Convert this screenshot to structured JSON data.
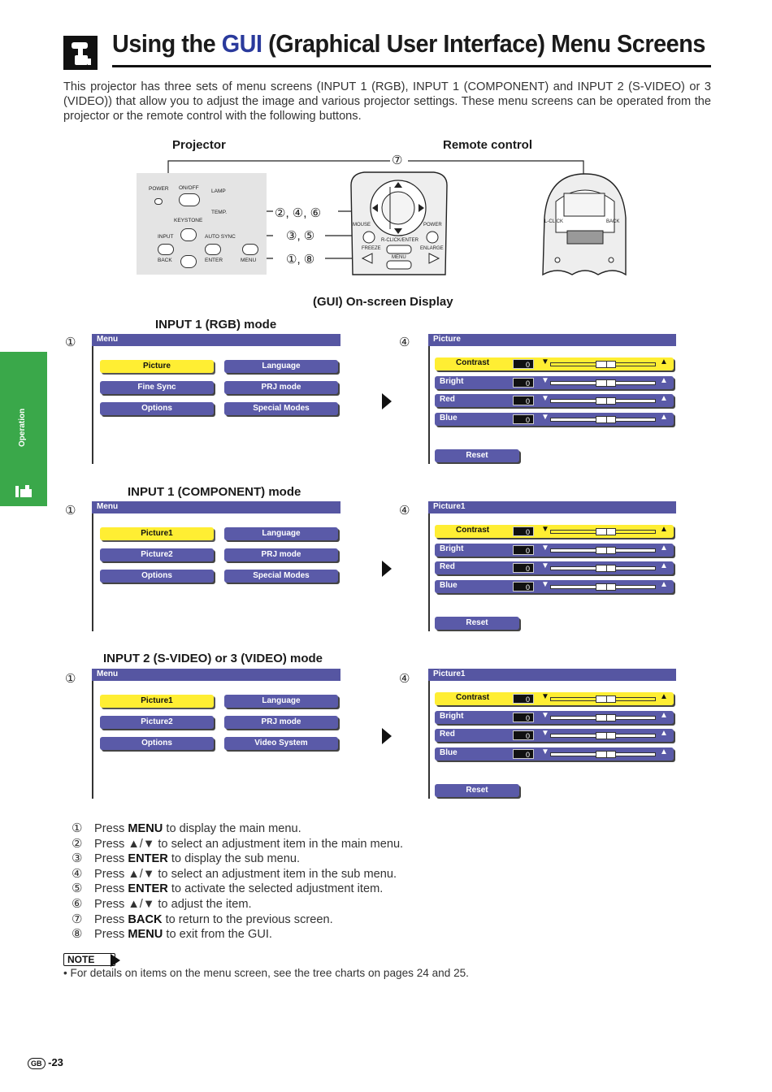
{
  "header": {
    "title_before": "Using the ",
    "title_gui": "GUI",
    "title_after": " (Graphical User Interface) Menu Screens"
  },
  "intro": "This projector has three sets of menu screens (INPUT 1 (RGB), INPUT 1 (COMPONENT) and INPUT 2 (S-VIDEO) or 3 (VIDEO)) that allow you to adjust the image and various projector settings. These menu screens can be operated from the projector or the remote control with the following buttons.",
  "side_tab": "Operation",
  "devices": {
    "projector_label": "Projector",
    "remote_label": "Remote control",
    "projector_keys": {
      "power": "POWER",
      "onoff": "ON/OFF",
      "lamp": "LAMP",
      "temp": "TEMP.",
      "keystone": "KEYSTONE",
      "input": "INPUT",
      "auto_sync": "AUTO SYNC",
      "back": "BACK",
      "enter": "ENTER",
      "menu": "MENU"
    },
    "remote_keys": {
      "mouse": "MOUSE",
      "power": "POWER",
      "rclick_enter": "R-CLICK/ENTER",
      "freeze": "FREEZE",
      "enlarge": "ENLARGE",
      "menu": "MENU",
      "lclick": "L-CLICK",
      "back": "BACK"
    },
    "callouts": {
      "c7": "⑦",
      "c246": "②, ④, ⑥",
      "c35": "③, ⑤",
      "c18": "①, ⑧"
    }
  },
  "osd_label": "(GUI) On-screen Display",
  "modes": [
    {
      "title": "INPUT 1 (RGB) mode",
      "left_num": "①",
      "right_num": "④",
      "menu_title": "Menu",
      "menu_items": [
        [
          "Picture",
          "Language"
        ],
        [
          "Fine Sync",
          "PRJ mode"
        ],
        [
          "Options",
          "Special Modes"
        ]
      ],
      "selected": "Picture",
      "sub_title": "Picture",
      "sub_items": [
        {
          "name": "Contrast",
          "value": "0"
        },
        {
          "name": "Bright",
          "value": "0"
        },
        {
          "name": "Red",
          "value": "0"
        },
        {
          "name": "Blue",
          "value": "0"
        }
      ],
      "reset": "Reset"
    },
    {
      "title": "INPUT 1 (COMPONENT) mode",
      "left_num": "①",
      "right_num": "④",
      "menu_title": "Menu",
      "menu_items": [
        [
          "Picture1",
          "Language"
        ],
        [
          "Picture2",
          "PRJ mode"
        ],
        [
          "Options",
          "Special Modes"
        ]
      ],
      "selected": "Picture1",
      "sub_title": "Picture1",
      "sub_items": [
        {
          "name": "Contrast",
          "value": "0"
        },
        {
          "name": "Bright",
          "value": "0"
        },
        {
          "name": "Red",
          "value": "0"
        },
        {
          "name": "Blue",
          "value": "0"
        }
      ],
      "reset": "Reset"
    },
    {
      "title": "INPUT 2 (S-VIDEO) or 3 (VIDEO) mode",
      "left_num": "①",
      "right_num": "④",
      "menu_title": "Menu",
      "menu_items": [
        [
          "Picture1",
          "Language"
        ],
        [
          "Picture2",
          "PRJ mode"
        ],
        [
          "Options",
          "Video System"
        ]
      ],
      "selected": "Picture1",
      "sub_title": "Picture1",
      "sub_items": [
        {
          "name": "Contrast",
          "value": "0"
        },
        {
          "name": "Bright",
          "value": "0"
        },
        {
          "name": "Red",
          "value": "0"
        },
        {
          "name": "Blue",
          "value": "0"
        }
      ],
      "reset": "Reset"
    }
  ],
  "steps": [
    {
      "num": "①",
      "pre": "Press ",
      "bold": "MENU",
      "post": " to display the main menu."
    },
    {
      "num": "②",
      "pre": "Press ▲/▼ to select an adjustment item in the main menu.",
      "bold": "",
      "post": ""
    },
    {
      "num": "③",
      "pre": "Press ",
      "bold": "ENTER",
      "post": " to display the sub menu."
    },
    {
      "num": "④",
      "pre": "Press ▲/▼ to select an adjustment item in the sub menu.",
      "bold": "",
      "post": ""
    },
    {
      "num": "⑤",
      "pre": "Press ",
      "bold": "ENTER",
      "post": " to activate the selected adjustment item."
    },
    {
      "num": "⑥",
      "pre": "Press ▲/▼ to adjust the item.",
      "bold": "",
      "post": ""
    },
    {
      "num": "⑦",
      "pre": "Press ",
      "bold": "BACK",
      "post": " to return to the previous screen."
    },
    {
      "num": "⑧",
      "pre": "Press ",
      "bold": "MENU",
      "post": " to exit from the GUI."
    }
  ],
  "note": {
    "tag": "NOTE",
    "text": "• For details on items on the menu screen, see the tree charts on pages 24 and 25."
  },
  "page": {
    "region": "GB",
    "number": "-23"
  },
  "colors": {
    "gui_accent": "#2a3a9c",
    "menu_bar": "#5656a2",
    "menu_button": "#5a5aa8",
    "selected": "#ffee33",
    "side_tab": "#3aa84a"
  }
}
